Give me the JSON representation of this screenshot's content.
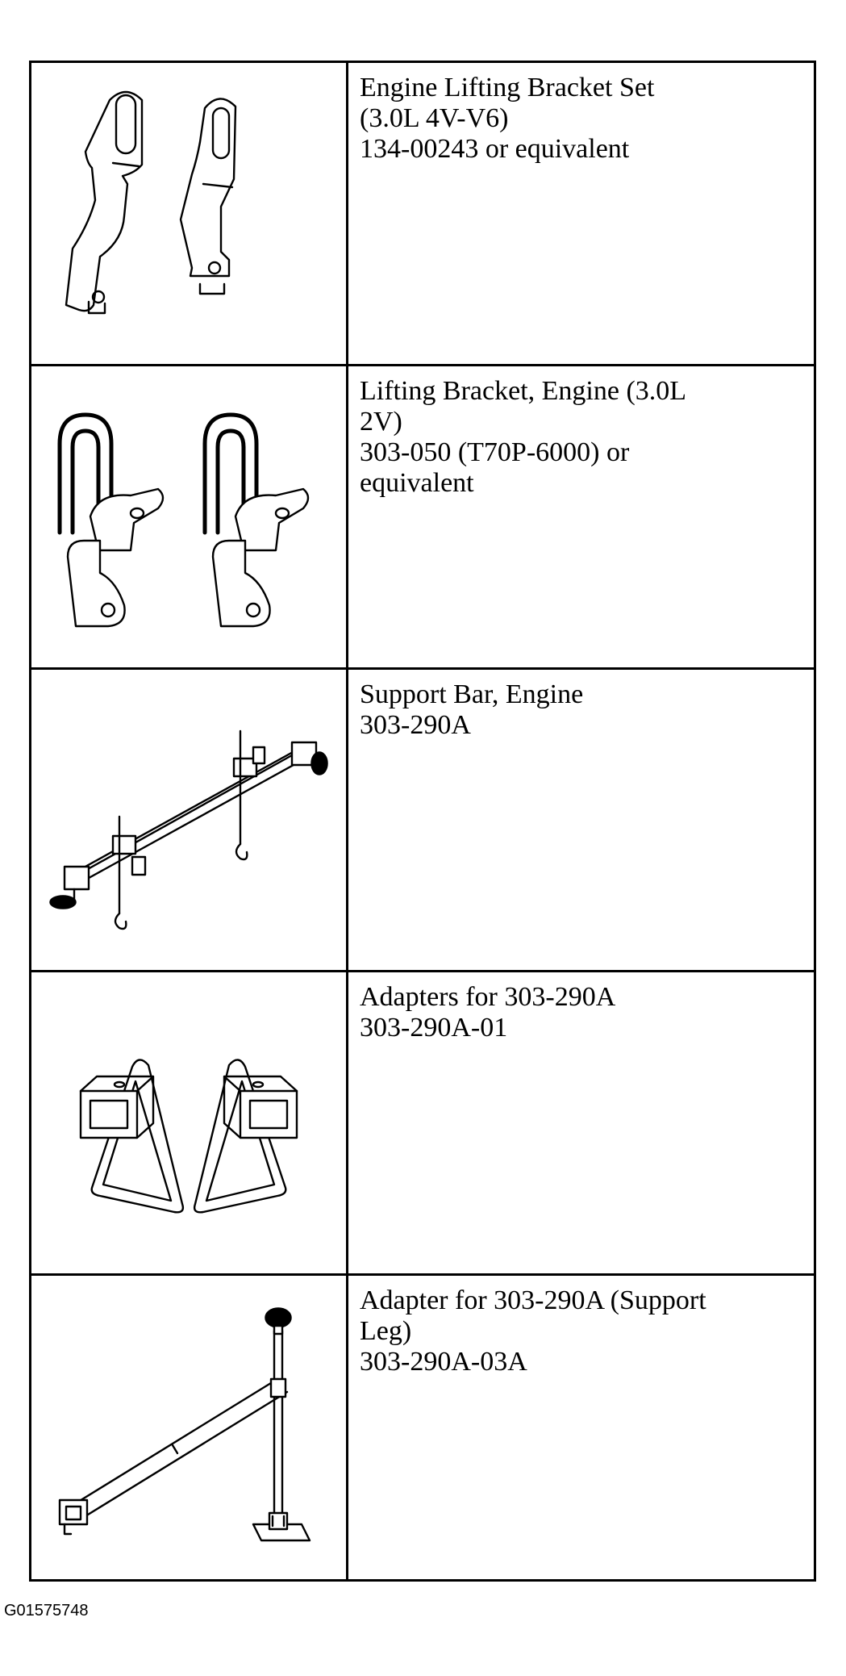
{
  "tools": [
    {
      "illustration": "engine-lifting-bracket-set-illustration",
      "lines": [
        "Engine Lifting Bracket Set",
        "(3.0L 4V-V6)",
        "134-00243 or equivalent"
      ]
    },
    {
      "illustration": "lifting-bracket-engine-illustration",
      "lines": [
        "Lifting Bracket, Engine (3.0L",
        "2V)",
        "303-050 (T70P-6000) or",
        "equivalent"
      ]
    },
    {
      "illustration": "support-bar-engine-illustration",
      "lines": [
        "Support Bar, Engine",
        "303-290A"
      ]
    },
    {
      "illustration": "adapters-illustration",
      "lines": [
        "Adapters for 303-290A",
        "303-290A-01"
      ]
    },
    {
      "illustration": "support-leg-adapter-illustration",
      "lines": [
        "Adapter for 303-290A (Support",
        "Leg)",
        "303-290A-03A"
      ]
    }
  ],
  "figure_id": "G01575748"
}
